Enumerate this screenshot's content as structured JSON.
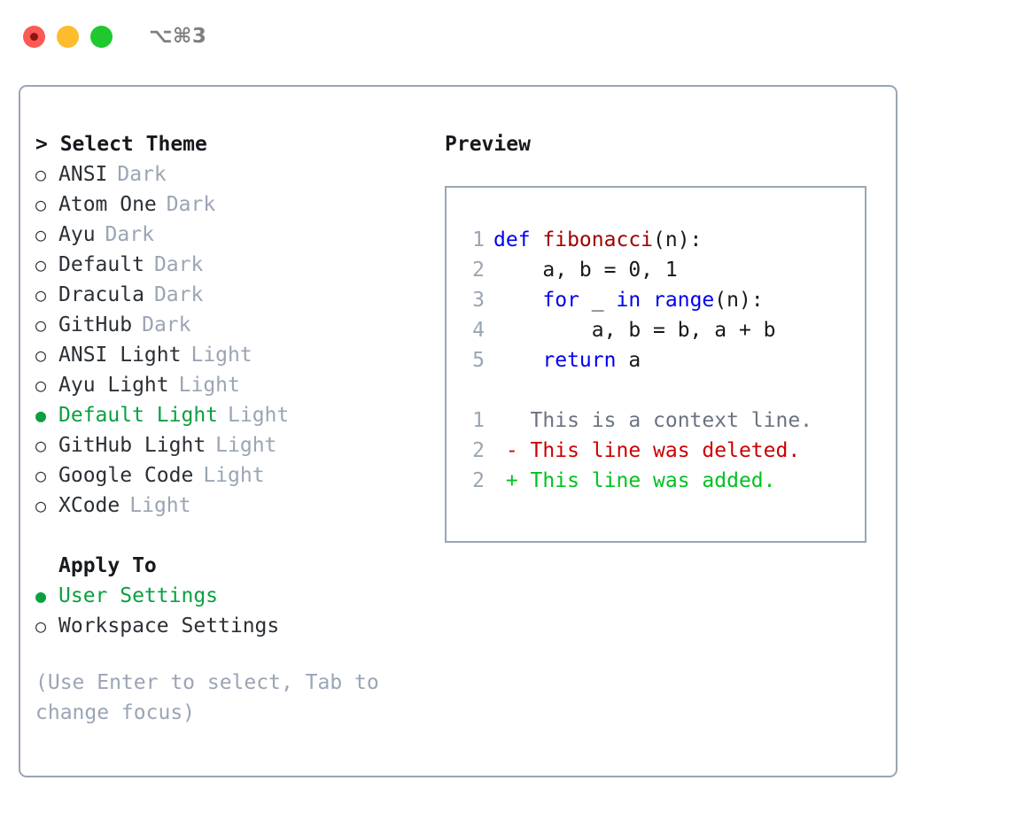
{
  "titlebar": {
    "lights": [
      "close-red",
      "minimize-yellow",
      "maximize-green"
    ],
    "shortcut": "⌥⌘3"
  },
  "colors": {
    "accent_green": "#0aa03f",
    "border": "#9aa5b5",
    "muted_text": "#9aa5b5",
    "text": "#2b2f36",
    "keyword_blue": "#0000ee",
    "function_red": "#a00000",
    "diff_added": "#00c220",
    "diff_deleted": "#cc0000",
    "diff_context": "#6b7280"
  },
  "theme_picker": {
    "heading": "> Select Theme",
    "marker_selected": "●",
    "marker_unselected": "○",
    "items": [
      {
        "name": "ANSI",
        "tag": "Dark",
        "selected": false
      },
      {
        "name": "Atom One",
        "tag": "Dark",
        "selected": false
      },
      {
        "name": "Ayu",
        "tag": "Dark",
        "selected": false
      },
      {
        "name": "Default",
        "tag": "Dark",
        "selected": false
      },
      {
        "name": "Dracula",
        "tag": "Dark",
        "selected": false
      },
      {
        "name": "GitHub",
        "tag": "Dark",
        "selected": false
      },
      {
        "name": "ANSI Light",
        "tag": "Light",
        "selected": false
      },
      {
        "name": "Ayu Light",
        "tag": "Light",
        "selected": false
      },
      {
        "name": "Default Light",
        "tag": "Light",
        "selected": true
      },
      {
        "name": "GitHub Light",
        "tag": "Light",
        "selected": false
      },
      {
        "name": "Google Code",
        "tag": "Light",
        "selected": false
      },
      {
        "name": "XCode",
        "tag": "Light",
        "selected": false
      }
    ]
  },
  "apply_to": {
    "heading": "Apply To",
    "options": [
      {
        "name": "User Settings",
        "selected": true
      },
      {
        "name": "Workspace Settings",
        "selected": false
      }
    ]
  },
  "hint": "(Use Enter to select, Tab to change focus)",
  "preview": {
    "heading": "Preview",
    "code_lines": [
      {
        "number": "1",
        "tokens": [
          {
            "text": "def ",
            "style": "kw"
          },
          {
            "text": "fibonacci",
            "style": "fn"
          },
          {
            "text": "(n):",
            "style": "plain"
          }
        ]
      },
      {
        "number": "2",
        "tokens": [
          {
            "text": "    a, b = 0, 1",
            "style": "plain"
          }
        ]
      },
      {
        "number": "3",
        "tokens": [
          {
            "text": "    ",
            "style": "plain"
          },
          {
            "text": "for",
            "style": "kw"
          },
          {
            "text": " _ ",
            "style": "plain"
          },
          {
            "text": "in",
            "style": "kw"
          },
          {
            "text": " ",
            "style": "plain"
          },
          {
            "text": "range",
            "style": "kw"
          },
          {
            "text": "(n):",
            "style": "plain"
          }
        ]
      },
      {
        "number": "4",
        "tokens": [
          {
            "text": "        a, b = b, a + b",
            "style": "plain"
          }
        ]
      },
      {
        "number": "5",
        "tokens": [
          {
            "text": "    ",
            "style": "plain"
          },
          {
            "text": "return",
            "style": "kw"
          },
          {
            "text": " a",
            "style": "plain"
          }
        ]
      }
    ],
    "diff_lines": [
      {
        "number": "1",
        "sign": " ",
        "text": "This is a context line.",
        "kind": "diff-ctx"
      },
      {
        "number": "2",
        "sign": "-",
        "text": "This line was deleted.",
        "kind": "diff-del"
      },
      {
        "number": "2",
        "sign": "+",
        "text": "This line was added.",
        "kind": "diff-add"
      }
    ]
  }
}
